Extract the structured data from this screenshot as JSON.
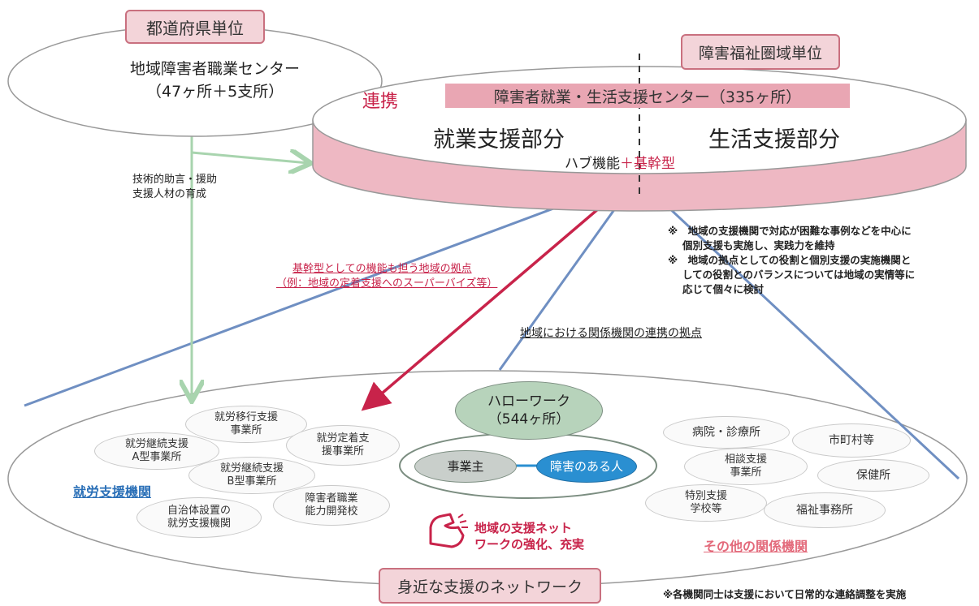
{
  "prefecture": {
    "tag": "都道府県単位",
    "center_name": "地域障害者職業センター",
    "center_count": "（47ヶ所＋5支所）",
    "support_text_1": "技術的助言・援助",
    "support_text_2": "支援人材の育成"
  },
  "welfare_area": {
    "tag": "障害福祉圏域単位",
    "renkei": "連携",
    "center_title": "障害者就業・生活支援センター（335ヶ所）",
    "employment_part": "就業支援部分",
    "life_part": "生活支援部分",
    "hub_label": "ハブ機能",
    "hub_plus": "＋基幹型"
  },
  "notes": {
    "core_1": "基幹型としての機能も担う地域の拠点",
    "core_2": "（例：地域の定着支援へのスーパーバイズ等）",
    "hub_link": "地域における関係機関の連携の拠点",
    "note_1": "※　地域の支援機関で対応が困難な事例などを中心に",
    "note_2": "個別支援も実施し、実践力を維持",
    "note_3": "※　地域の拠点としての役割と個別支援の実施機関と",
    "note_4": "しての役割とのバランスについては地域の実情等に",
    "note_5": "応じて個々に検討"
  },
  "network": {
    "hello_work": "ハローワーク\n（544ヶ所）",
    "employer": "事業主",
    "disabled_person": "障害のある人",
    "employment_orgs_label": "就労支援機関",
    "employment_orgs": [
      "就労移行支援\n事業所",
      "就労継続支援\nA型事業所",
      "就労定着支\n援事業所",
      "就労継続支援\nB型事業所",
      "自治体設置の\n就労支援機関",
      "障害者職業\n能力開発校"
    ],
    "other_orgs_label": "その他の関係機関",
    "other_orgs": [
      "病院・診療所",
      "市町村等",
      "相談支援\n事業所",
      "保健所",
      "特別支援\n学校等",
      "福祉事務所"
    ],
    "strengthen_1": "地域の支援ネット",
    "strengthen_2": "ワークの強化、充実",
    "bottom_tag": "身近な支援のネットワーク",
    "footnote": "※各機関同士は支援において日常的な連絡調整を実施"
  },
  "colors": {
    "pink": "#e9a6b3",
    "red": "#c8234a",
    "green": "#a8d4ae",
    "blue": "#6f8fc2",
    "teal": "#2a8fd1"
  }
}
